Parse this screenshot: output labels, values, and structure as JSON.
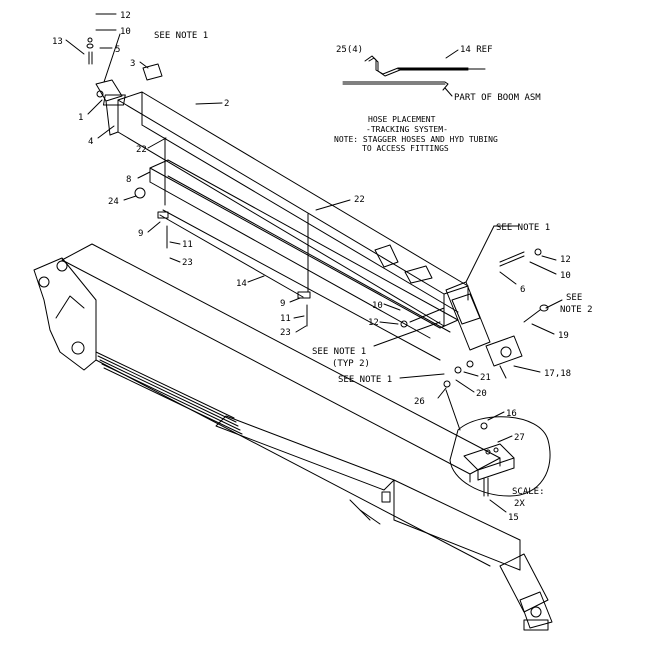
{
  "labels": {
    "p12a": "12",
    "p10a": "10",
    "p13": "13",
    "p5": "5",
    "see_note1_top": "SEE NOTE 1",
    "p3": "3",
    "p1": "1",
    "p4": "4",
    "p2": "2",
    "p22a": "22",
    "p8": "8",
    "p24": "24",
    "p9a": "9",
    "p11a": "11",
    "p23a": "23",
    "p22b": "22",
    "p14": "14",
    "p9b": "9",
    "p11b": "11",
    "p23b": "23",
    "see_note1_right": "SEE NOTE 1",
    "p12b": "12",
    "p10b": "10",
    "p6": "6",
    "p10c": "10",
    "p12c": "12",
    "see_note2_a": "SEE",
    "see_note2_b": "NOTE 2",
    "p19": "19",
    "see_note1_typ_a": "SEE NOTE 1",
    "see_note1_typ_b": "(TYP 2)",
    "see_note1_low": "SEE NOTE 1",
    "p21": "21",
    "p20": "20",
    "p17_18": "17,18",
    "p26": "26",
    "p16": "16",
    "p27": "27",
    "scale_a": "SCALE:",
    "scale_b": "2X",
    "p15": "15"
  },
  "inset": {
    "p25": "25(4)",
    "p14ref": "14 REF",
    "part_of_boom": "PART OF BOOM ASM",
    "title1": "HOSE PLACEMENT",
    "title2": "-TRACKING SYSTEM-",
    "note1": "NOTE: STAGGER HOSES AND HYD TUBING",
    "note2": "TO ACCESS FITTINGS"
  }
}
